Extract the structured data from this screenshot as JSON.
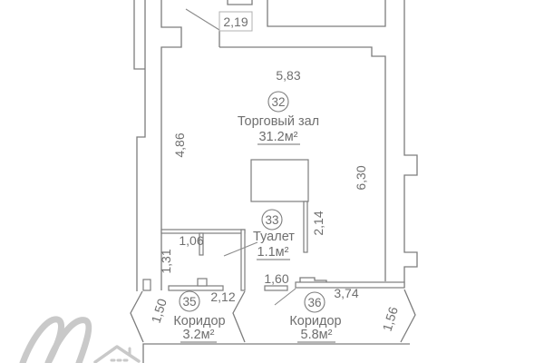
{
  "plan": {
    "rooms": [
      {
        "number": "32",
        "name": "Торговый зал",
        "area": "31.2м²"
      },
      {
        "number": "33",
        "name": "Туалет",
        "area": "1.1м²"
      },
      {
        "number": "35",
        "name": "Коридор",
        "area": "3.2м²"
      },
      {
        "number": "36",
        "name": "Коридор",
        "area": "5.8м²"
      }
    ],
    "dimensions": {
      "entry_opening": "2,19",
      "hall_top": "5,83",
      "hall_left": "4,86",
      "hall_right": "6,30",
      "hall_partition": "2,14",
      "toilet_top": "1,06",
      "toilet_left": "1,31",
      "hall_exit_opening": "1,60",
      "corridor35_side": "1,50",
      "corridor35_top": "2,12",
      "corridor36_top": "3,74",
      "corridor36_side": "1,56"
    },
    "colors": {
      "wall": "#7d7d7d",
      "text": "#6f6f6f",
      "watermark": "#c9c9c9",
      "background": "#ffffff"
    }
  }
}
